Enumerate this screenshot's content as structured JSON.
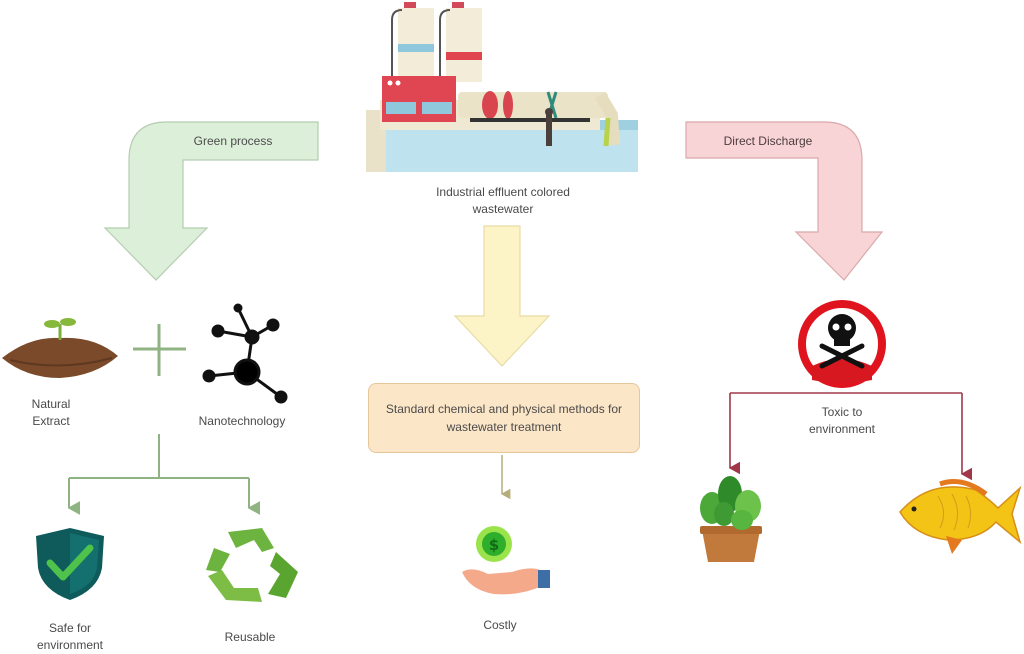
{
  "diagram": {
    "source": {
      "label": "Industrial effluent colored wastewater",
      "icon": "factory-icon"
    },
    "branches": {
      "green": {
        "arrow_label": "Green process",
        "color": "#dcefd9",
        "border": "#b5cdb0",
        "inputs": [
          {
            "label": "Natural Extract",
            "icon": "plant-in-soil-icon"
          },
          {
            "label": "Nanotechnology",
            "icon": "molecule-icon"
          }
        ],
        "combine_icon": "plus-icon",
        "outcomes": [
          {
            "label": "Safe for environment",
            "icon": "shield-check-icon"
          },
          {
            "label": "Reusable",
            "icon": "recycle-icon"
          }
        ],
        "connector_color": "#8fb382"
      },
      "standard": {
        "color": "#fcf3c6",
        "border": "#e8dca4",
        "method_box": {
          "label": "Standard chemical and physical methods for wastewater treatment",
          "color": "#fce6c8",
          "border": "#e6c79a"
        },
        "outcome": {
          "label": "Costly",
          "icon": "money-in-hand-icon"
        },
        "connector_color": "#b5ae7a"
      },
      "direct": {
        "arrow_label": "Direct Discharge",
        "color": "#f9d4d6",
        "border": "#d9a9ac",
        "hazard": {
          "label": "Toxic to environment",
          "icon": "toxic-skull-icon"
        },
        "affected": [
          {
            "label": "",
            "icon": "potted-plant-icon"
          },
          {
            "label": "",
            "icon": "fish-icon"
          }
        ],
        "connector_color": "#a0384a"
      }
    }
  }
}
